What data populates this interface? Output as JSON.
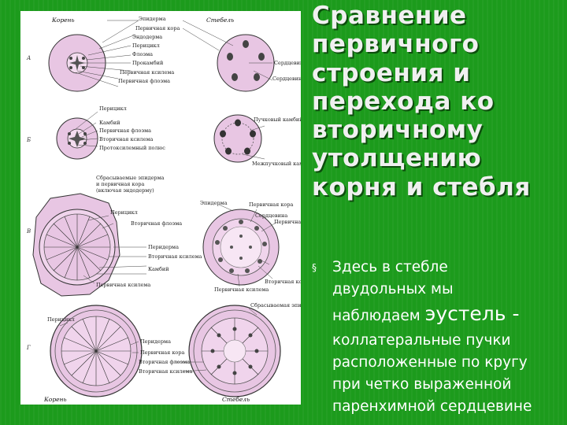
{
  "slide": {
    "title_lines": [
      "Сравнение",
      "первичного",
      "строения и",
      "перехода ко",
      "вторичному",
      "утолщению",
      "корня и стебля"
    ],
    "bullet_marker": "§",
    "bullet_lines": {
      "l1": "Здесь в стебле",
      "l2": "двудольных мы",
      "l3_a": "наблюдаем ",
      "l3_b": "эустель -",
      "l4": "коллатеральные пучки",
      "l5": "расположенные по кругу",
      "l6": "при четко выраженной",
      "l7": "паренхимной сердцевине"
    }
  },
  "figure": {
    "header_root": "Корень",
    "header_stem": "Стебель",
    "row_labels": [
      "А",
      "Б",
      "В",
      "Г"
    ],
    "row_a_labels": [
      "Эпидерма",
      "Первичная кора",
      "Эндодерма",
      "Перицикл",
      "Флоэма",
      "Прокамбий",
      "Первичная ксилема",
      "Первичная флоэма",
      "Сердцевина",
      "Сердцевинный луч"
    ],
    "row_b_labels": [
      "Перицикл",
      "Камбий",
      "Первичная флоэма",
      "Вторичная ксилема",
      "Протоксилемный полюс",
      "Пучковый камбий",
      "Межпучковый камбий"
    ],
    "row_c_labels": [
      "Сбрасываемые эпидерма",
      "и первичная кора",
      "(включая эндодерму)",
      "Перицикл",
      "Вторичная флоэма",
      "Перидерма",
      "Вторичная ксилема",
      "Камбий",
      "Первичная ксилема",
      "Эпидерма",
      "Первичная кора",
      "Сердцевина",
      "Первичная флоэма",
      "Первичная ксилема",
      "Вторичная ксилема"
    ],
    "row_d_labels": [
      "Перицикл",
      "Перидерма",
      "Первичная кора",
      "Вторичная флоэма",
      "Вторичная ксилема",
      "Сбрасываемая эпидерма"
    ],
    "footer_root": "Корень",
    "footer_stem": "Стебель",
    "colors": {
      "tissue": "#e8c6e3",
      "outline": "#333333",
      "vascular": "#444444",
      "slide_bg": "#1c9b1c"
    }
  }
}
